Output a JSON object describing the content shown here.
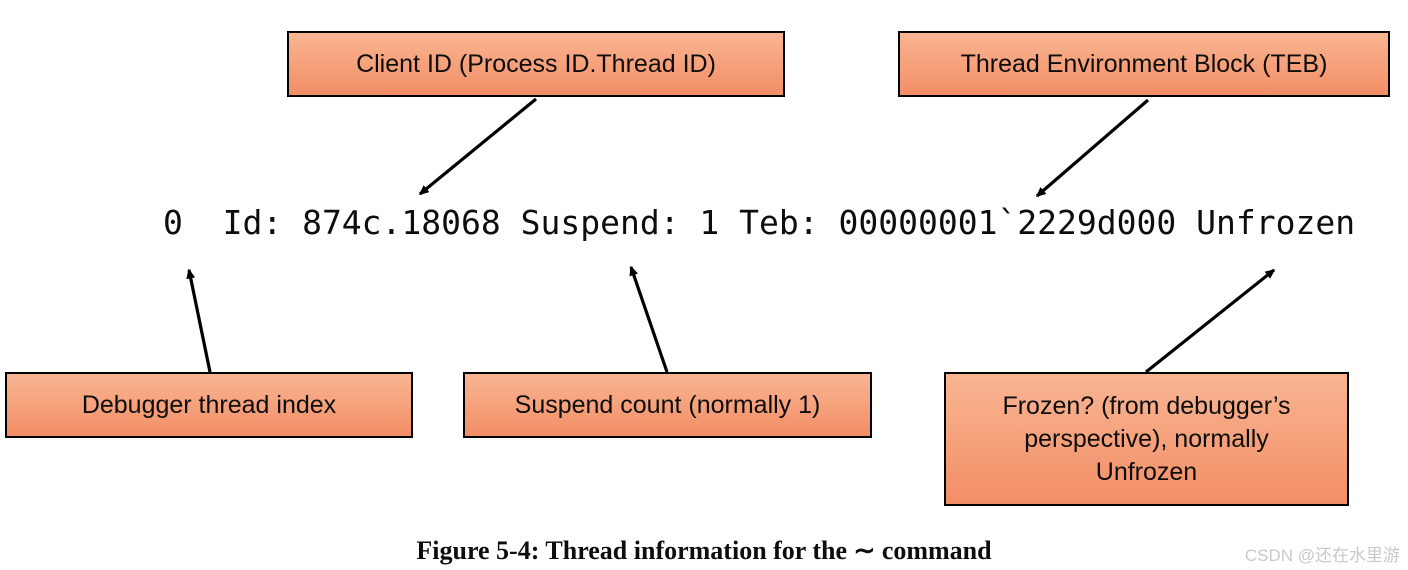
{
  "diagram": {
    "top_boxes": [
      {
        "label": "Client ID (Process ID.Thread ID)"
      },
      {
        "label": "Thread Environment Block (TEB)"
      }
    ],
    "command_output": "0  Id: 874c.18068 Suspend: 1 Teb: 00000001`2229d000 Unfrozen",
    "bottom_boxes": [
      {
        "label": "Debugger thread index"
      },
      {
        "label": "Suspend count (normally 1)"
      },
      {
        "lines": [
          "Frozen? (from debugger’s",
          "perspective), normally",
          "Unfrozen"
        ]
      }
    ],
    "caption": "Figure 5-4: Thread information for the ∼ command",
    "watermark": "CSDN @还在水里游",
    "colors": {
      "background": "#ffffff",
      "box_gradient_top": "#F9B592",
      "box_gradient_bottom": "#F28E66",
      "box_border": "#000000",
      "text": "#0d0d0d",
      "arrow": "#000000",
      "watermark": "#c9c9c9"
    }
  }
}
